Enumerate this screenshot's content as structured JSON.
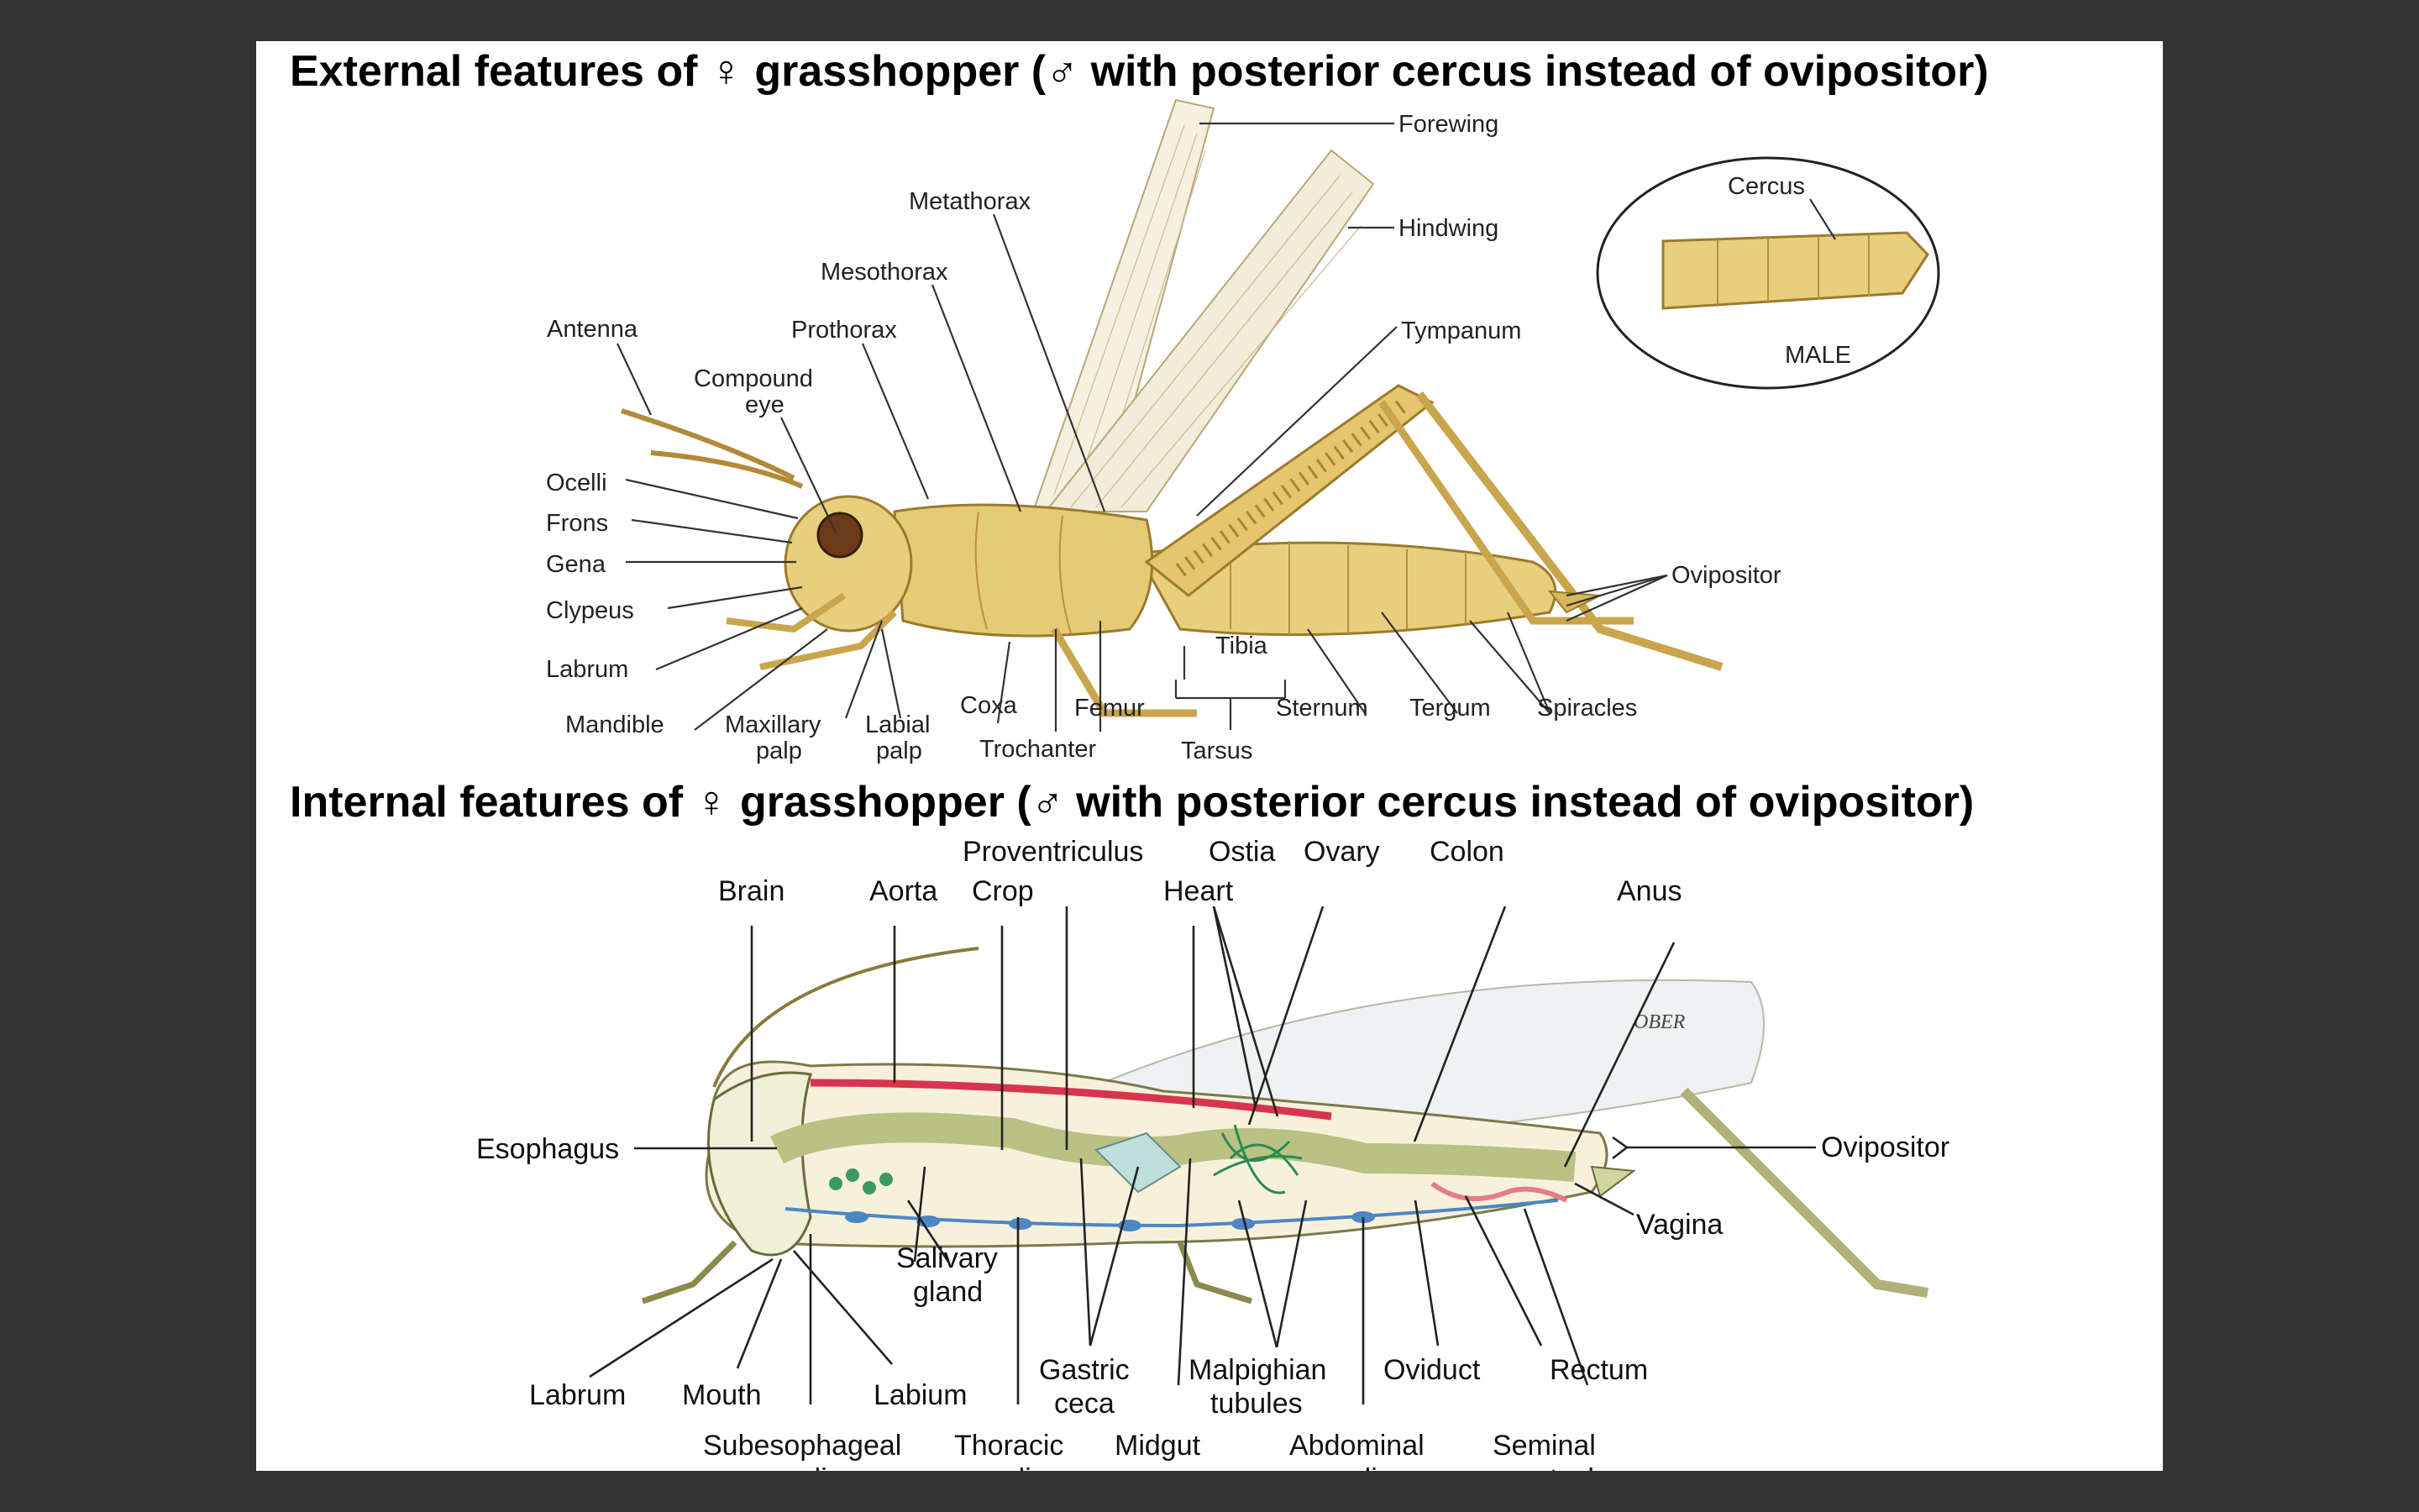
{
  "titles": {
    "external": "External features of ♀ grasshopper (♂ with posterior cercus instead of ovipositor)",
    "internal": "Internal features of ♀ grasshopper (♂ with posterior cercus instead of ovipositor)"
  },
  "external_labels": {
    "forewing": "Forewing",
    "hindwing": "Hindwing",
    "metathorax": "Metathorax",
    "mesothorax": "Mesothorax",
    "prothorax": "Prothorax",
    "antenna": "Antenna",
    "compound_eye_1": "Compound",
    "compound_eye_2": "eye",
    "ocelli": "Ocelli",
    "frons": "Frons",
    "gena": "Gena",
    "clypeus": "Clypeus",
    "labrum": "Labrum",
    "mandible": "Mandible",
    "maxillary_palp_1": "Maxillary",
    "maxillary_palp_2": "palp",
    "labial_palp_1": "Labial",
    "labial_palp_2": "palp",
    "coxa": "Coxa",
    "trochanter": "Trochanter",
    "femur": "Femur",
    "tibia": "Tibia",
    "tarsus": "Tarsus",
    "sternum": "Sternum",
    "tergum": "Tergum",
    "spiracles": "Spiracles",
    "tympanum": "Tympanum",
    "ovipositor": "Ovipositor",
    "cercus": "Cercus",
    "male": "MALE"
  },
  "internal_labels": {
    "proventriculus": "Proventriculus",
    "ostia": "Ostia",
    "ovary": "Ovary",
    "colon": "Colon",
    "brain": "Brain",
    "aorta": "Aorta",
    "crop": "Crop",
    "heart": "Heart",
    "anus": "Anus",
    "esophagus": "Esophagus",
    "ovipositor": "Ovipositor",
    "vagina": "Vagina",
    "salivary_gland_1": "Salivary",
    "salivary_gland_2": "gland",
    "labrum": "Labrum",
    "mouth": "Mouth",
    "labium": "Labium",
    "gastric_ceca_1": "Gastric",
    "gastric_ceca_2": "ceca",
    "malpighian_1": "Malpighian",
    "malpighian_2": "tubules",
    "oviduct": "Oviduct",
    "rectum": "Rectum",
    "subesophageal_1": "Subesophageal",
    "subesophageal_2": "ganglion",
    "thoracic_1": "Thoracic",
    "thoracic_2": "ganglion",
    "midgut": "Midgut",
    "abdominal_1": "Abdominal",
    "abdominal_2": "ganglion",
    "seminal_1": "Seminal",
    "seminal_2": "receptacle",
    "wing_mark": "OBER"
  },
  "colors": {
    "background": "#333333",
    "slide": "#ffffff",
    "body_tan": "#e8cf7d",
    "body_shade": "#c9a54c",
    "wing": "#f3eedd",
    "gut": "#c9d09a",
    "heart_red": "#d8344d",
    "nerve_blue": "#4d86c4",
    "malpighian_green": "#2b8a4e"
  }
}
